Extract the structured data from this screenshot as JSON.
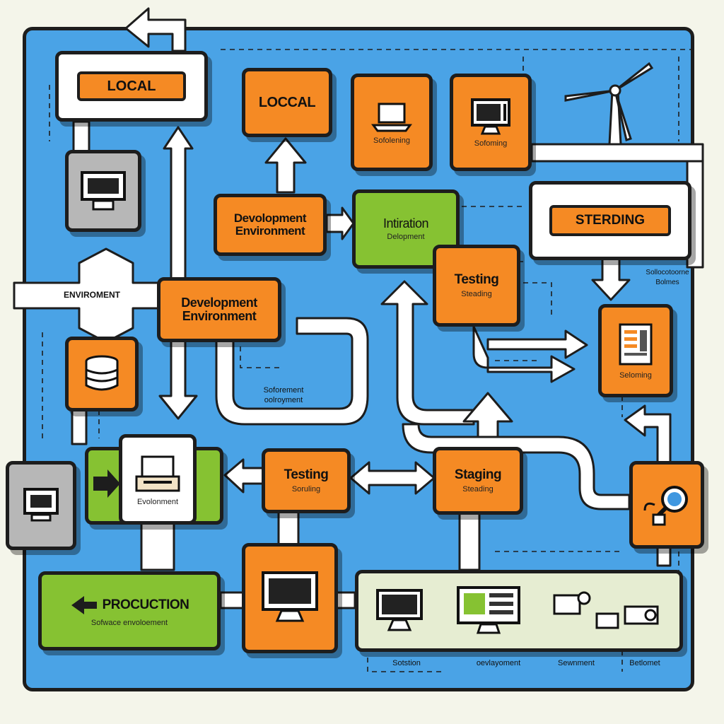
{
  "diagram": {
    "nodes": {
      "local_top_label": "LOCAL",
      "local_mid_label": "LOCCAL",
      "tile1_caption": "Sofolening",
      "tile2_caption": "Sofoming",
      "dev_env_a_title": "Devolopment Environment",
      "integration_title": "Intiration",
      "integration_sub": "Delopment",
      "sterding_label": "STERDING",
      "environment_banner": "ENVIROMENT",
      "dev_env_b_title": "Development Environment",
      "testing_a_title": "Testing",
      "testing_a_sub": "Steading",
      "right_mid_caption": "Seloming",
      "right_note_1": "Sollocotoorne",
      "right_note_2": "Bolmes",
      "loop_caption_1": "Soforement",
      "loop_caption_2": "oolroyment",
      "deploy_caption": "Evolonment",
      "testing_b_title": "Testing",
      "testing_b_sub": "Soruling",
      "staging_title": "Staging",
      "staging_sub": "Steading",
      "production_title": "PROCUCTION",
      "production_sub": "Sofwace envoloement",
      "bottom_labels": [
        "Sotstion",
        "oevlayoment",
        "Sewnment",
        "Betlomet"
      ]
    },
    "colors": {
      "background": "#4aa3e6",
      "orange": "#f58a24",
      "green": "#86c232",
      "outline": "#1d1d1d"
    },
    "icons": [
      "monitor-icon",
      "laptop-icon",
      "database-icon",
      "wind-turbine-icon",
      "document-icon",
      "search-icon",
      "printer-icon",
      "server-icon"
    ]
  }
}
